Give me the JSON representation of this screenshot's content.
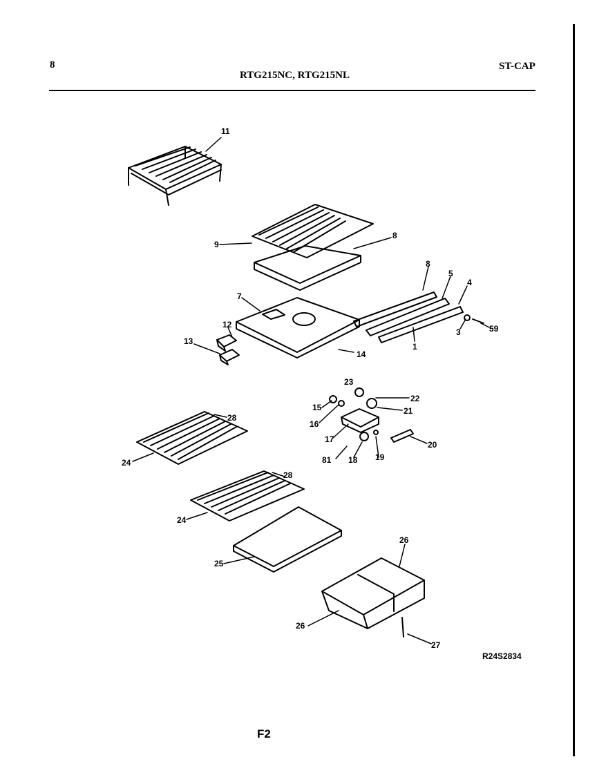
{
  "header": {
    "page_number": "8",
    "models": "RTG215NC, RTG215NL",
    "section_code": "ST-CAP"
  },
  "footer": {
    "drawing_ref": "R24S2834",
    "figure_label": "F2"
  },
  "callouts": [
    {
      "id": "c11",
      "text": "11"
    },
    {
      "id": "c9",
      "text": "9"
    },
    {
      "id": "c8a",
      "text": "8"
    },
    {
      "id": "c8b",
      "text": "8"
    },
    {
      "id": "c5",
      "text": "5"
    },
    {
      "id": "c4",
      "text": "4"
    },
    {
      "id": "c7",
      "text": "7"
    },
    {
      "id": "c12",
      "text": "12"
    },
    {
      "id": "c13",
      "text": "13"
    },
    {
      "id": "c14",
      "text": "14"
    },
    {
      "id": "c3",
      "text": "3"
    },
    {
      "id": "c59",
      "text": "59"
    },
    {
      "id": "c1",
      "text": "1"
    },
    {
      "id": "c23",
      "text": "23"
    },
    {
      "id": "c22",
      "text": "22"
    },
    {
      "id": "c15",
      "text": "15"
    },
    {
      "id": "c21",
      "text": "21"
    },
    {
      "id": "c16",
      "text": "16"
    },
    {
      "id": "c17",
      "text": "17"
    },
    {
      "id": "c20",
      "text": "20"
    },
    {
      "id": "c81",
      "text": "81"
    },
    {
      "id": "c18",
      "text": "18"
    },
    {
      "id": "c19",
      "text": "19"
    },
    {
      "id": "c28a",
      "text": "28"
    },
    {
      "id": "c24a",
      "text": "24"
    },
    {
      "id": "c28b",
      "text": "28"
    },
    {
      "id": "c24b",
      "text": "24"
    },
    {
      "id": "c25",
      "text": "25"
    },
    {
      "id": "c26a",
      "text": "26"
    },
    {
      "id": "c26b",
      "text": "26"
    },
    {
      "id": "c27",
      "text": "27"
    }
  ]
}
